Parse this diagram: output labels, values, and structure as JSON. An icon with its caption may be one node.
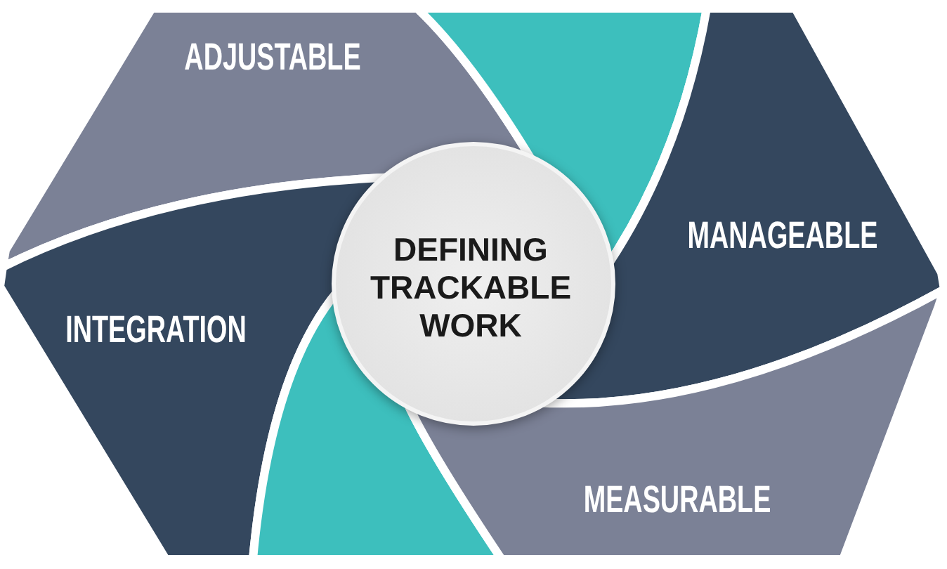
{
  "diagram": {
    "nodes": [
      {
        "text": [
          "ADJUSTABLE"
        ]
      },
      {
        "text": [],
        "shape": "triangle"
      },
      {
        "text": [
          "MANAGEABLE"
        ]
      },
      {
        "text": [
          "DEFINING TRACKABLE WORK"
        ]
      },
      {
        "text": [
          "INTEGRATION"
        ]
      },
      {
        "text": [],
        "shape": "triangle"
      },
      {
        "text": [
          "MEASURABLE"
        ]
      }
    ]
  }
}
